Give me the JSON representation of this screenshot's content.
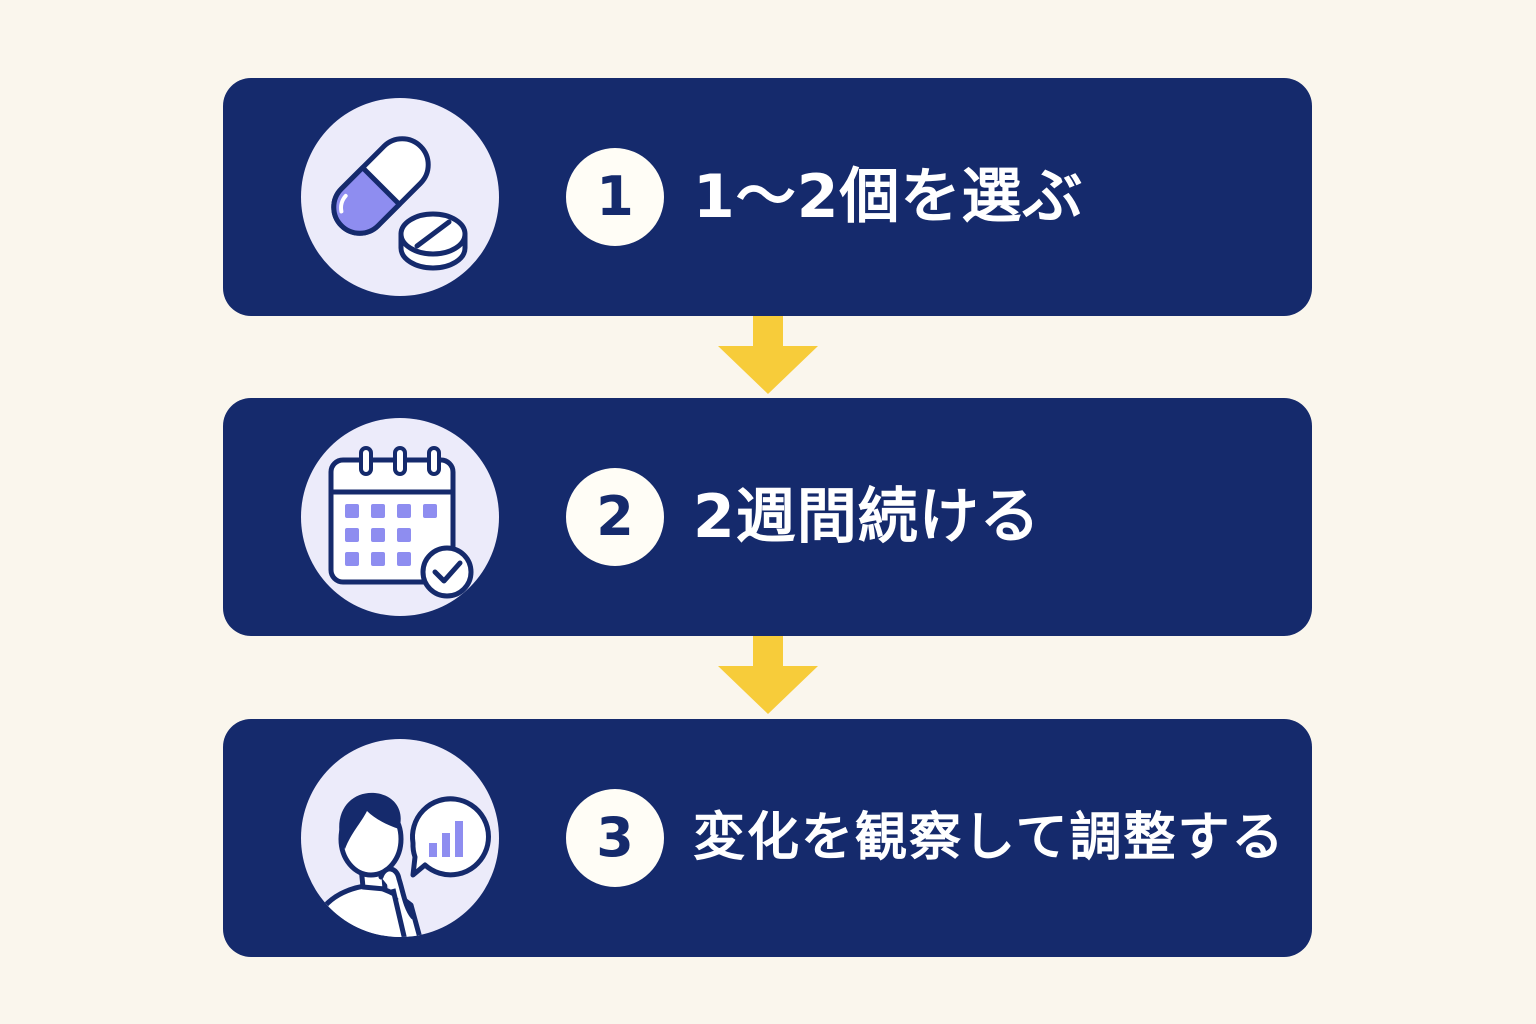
{
  "colors": {
    "background": "#faf6ed",
    "card": "#152a6c",
    "icon_bg": "#ecebfa",
    "accent_purple": "#8e8df0",
    "arrow": "#f7cc3a",
    "badge_bg": "#fffdf6"
  },
  "steps": [
    {
      "number": "1",
      "title": "1〜2個を選ぶ",
      "icon": "pill-capsule-icon"
    },
    {
      "number": "2",
      "title": "2週間続ける",
      "icon": "calendar-check-icon"
    },
    {
      "number": "3",
      "title": "変化を観察して調整する",
      "icon": "person-thinking-chart-icon"
    }
  ],
  "connectors": [
    "arrow-down-icon",
    "arrow-down-icon"
  ]
}
